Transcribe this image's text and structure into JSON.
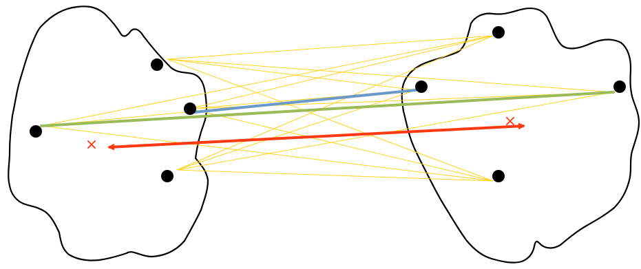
{
  "colors": {
    "outline": "#000000",
    "point": "#000000",
    "pairwise_edge": "#FFD21F",
    "short_diameter": "#6A9ACB",
    "long_diameter": "#9BBB59",
    "offset_arrow": "#FF3A12",
    "cross_marker": "#FF3A12"
  },
  "diagram": {
    "left_cluster": {
      "points": [
        "p1",
        "p2",
        "p3",
        "p4"
      ]
    },
    "right_cluster": {
      "points": [
        "q1",
        "q2",
        "q3",
        "q4"
      ]
    },
    "edges": {
      "pairwise_all_between_clusters": true,
      "highlighted": [
        {
          "from": "p3",
          "to": "q2",
          "role": "short_diameter"
        },
        {
          "from": "p2",
          "to": "q3",
          "role": "long_diameter"
        }
      ]
    },
    "arrow": {
      "kind": "double-headed",
      "ends_marked_with": "cross_marker",
      "cross_marker_glyph": "×"
    }
  }
}
